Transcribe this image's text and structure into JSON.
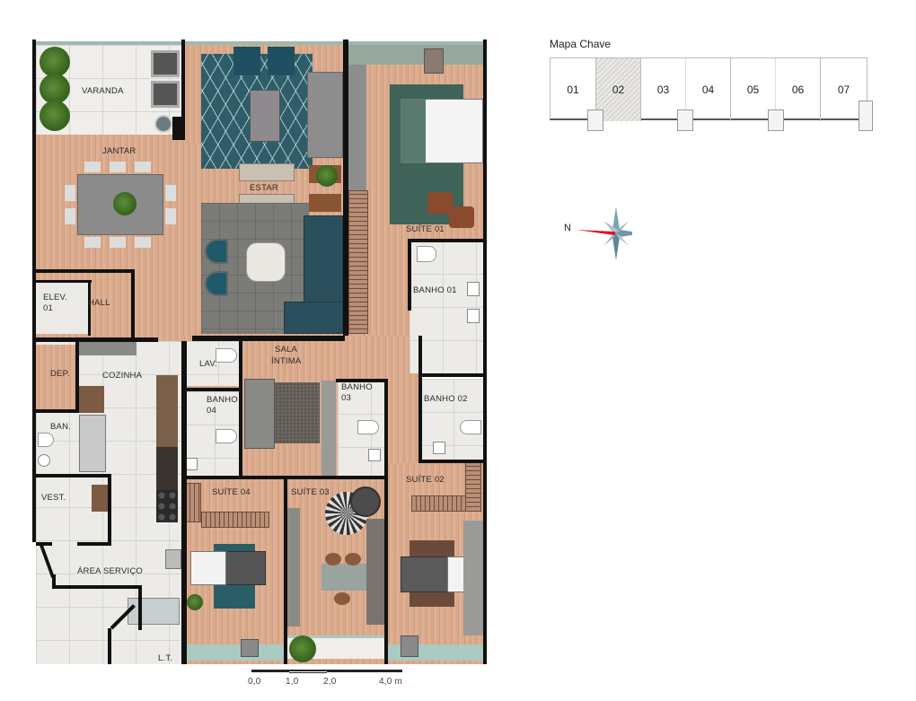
{
  "plan": {
    "rooms": {
      "varanda": "VARANDA",
      "jantar": "JANTAR",
      "estar": "ESTAR",
      "suite01": "SUÍTE 01",
      "elev": "ELEV.\n01",
      "elev_line1": "ELEV.",
      "elev_line2": "01",
      "hall": "HALL",
      "banho01": "BANHO 01",
      "dep": "DEP.",
      "cozinha": "COZINHA",
      "lav": "LAV.",
      "sala_intima_line1": "SALA",
      "sala_intima_line2": "ÍNTIMA",
      "banho03_line1": "BANHO",
      "banho03_line2": "03",
      "banho02": "BANHO 02",
      "banho04_line1": "BANHO",
      "banho04_line2": "04",
      "ban": "BAN.",
      "vest": "VEST.",
      "suite04": "SUÍTE 04",
      "suite03": "SUÍTE 03",
      "suite02": "SUÍTE 02",
      "area_servico": "ÁREA SERVIÇO",
      "lt": "L.T."
    },
    "scale_bar": {
      "ticks": [
        "0,0",
        "1,0",
        "2,0",
        "4,0 m"
      ]
    }
  },
  "key_map": {
    "title": "Mapa Chave",
    "units": [
      "01",
      "02",
      "03",
      "04",
      "05",
      "06",
      "07"
    ],
    "highlighted_unit": "02"
  },
  "compass": {
    "north_label": "N",
    "north_color": "#e0141b"
  },
  "colors": {
    "wall": "#111111",
    "wood_floor": "#d9a98a",
    "tile_floor": "#ecebe7",
    "rug_teal": "#2e5d69"
  }
}
